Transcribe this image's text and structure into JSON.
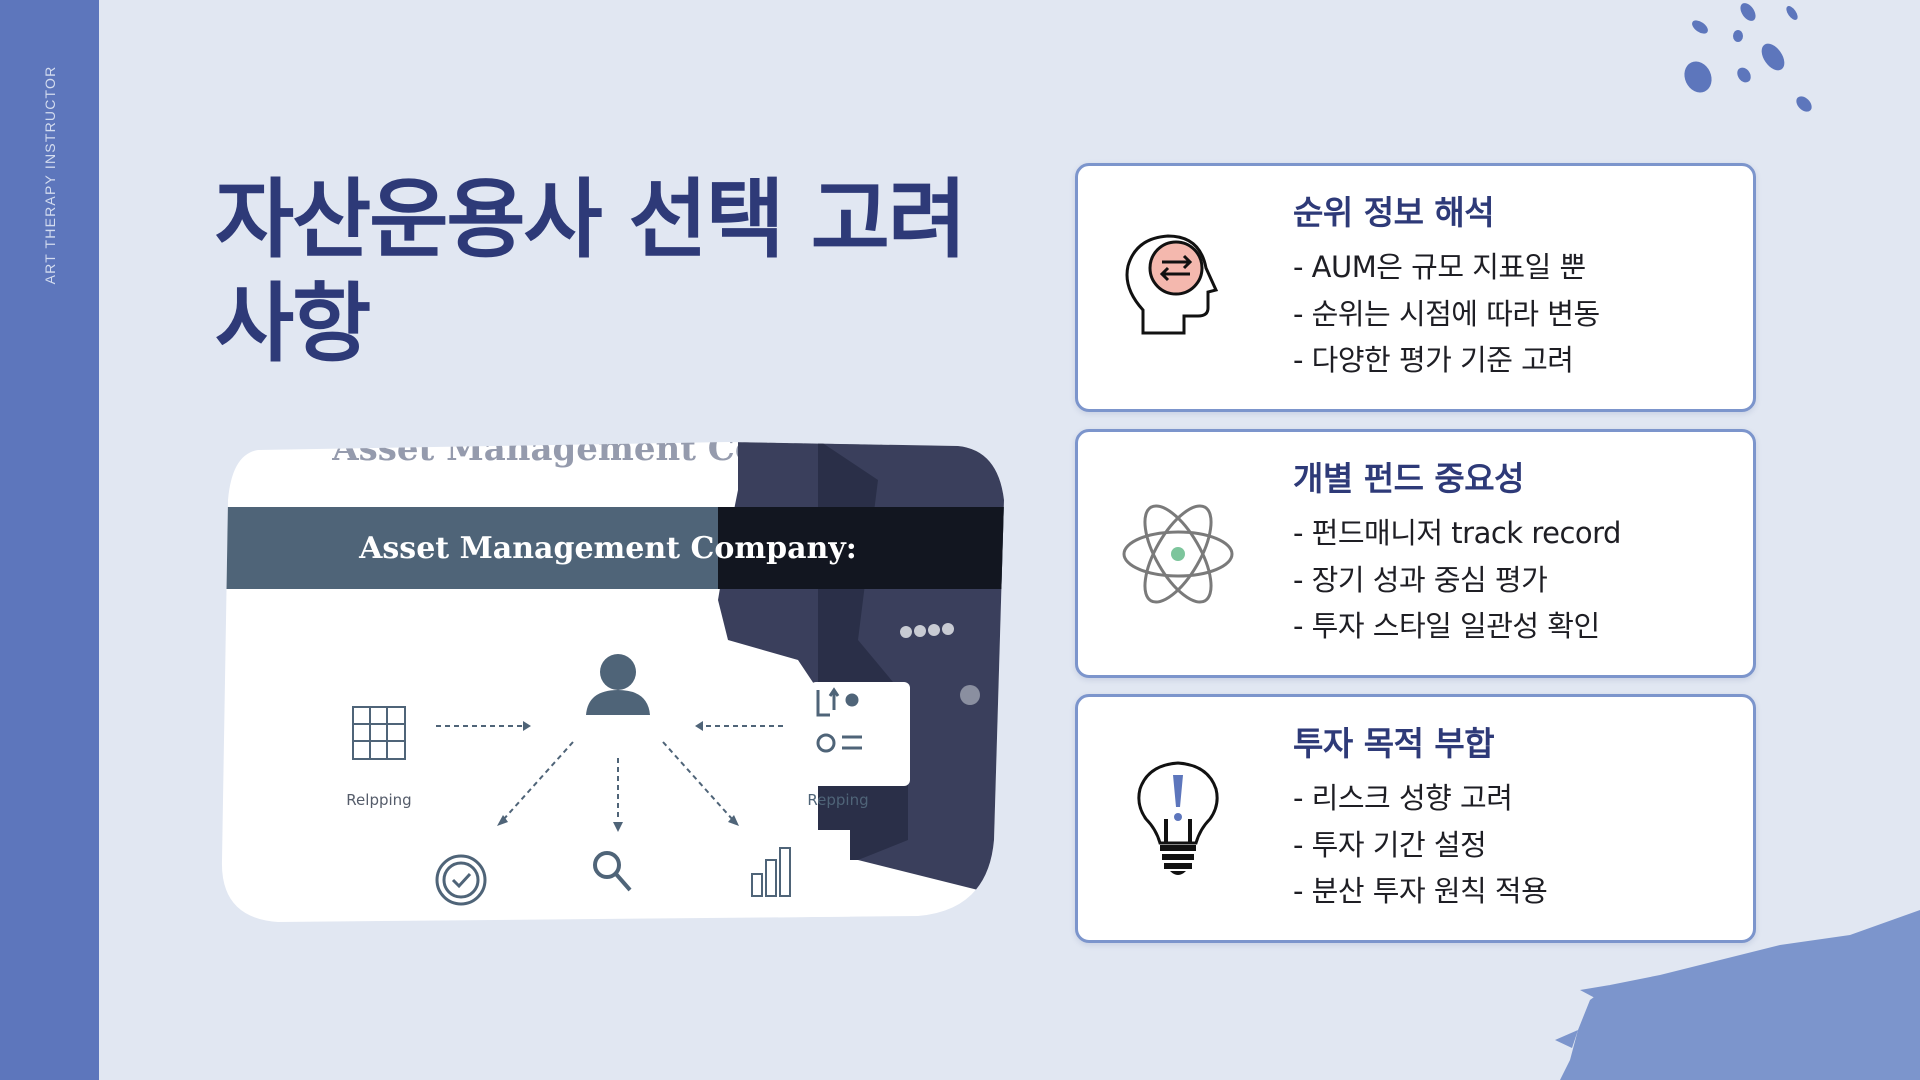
{
  "sidebar": {
    "label": "ART THERAPY INSTRUCTOR"
  },
  "title": "자산운용사 선택 고려사항",
  "image": {
    "top_text": "Asset Management Company",
    "banner": "Asset Management Company:",
    "label_left": "Relpping",
    "label_right": "Repping"
  },
  "cards": [
    {
      "icon": "head-exchange-icon",
      "title": "순위 정보 해석",
      "lines": [
        "- AUM은 규모 지표일 뿐",
        "- 순위는 시점에 따라 변동",
        "- 다양한 평가 기준 고려"
      ]
    },
    {
      "icon": "atom-icon",
      "title": "개별 펀드 중요성",
      "lines": [
        "- 펀드매니저 track record",
        "- 장기 성과 중심 평가",
        "- 투자 스타일 일관성 확인"
      ]
    },
    {
      "icon": "lightbulb-icon",
      "title": "투자 목적 부합",
      "lines": [
        "- 리스크 성향 고려",
        "- 투자 기간 설정",
        "- 분산 투자 원칙 적용"
      ]
    }
  ],
  "colors": {
    "background": "#e1e7f2",
    "sidebar": "#5d76bc",
    "title": "#2e3a78",
    "card_border": "#7c95cc"
  }
}
